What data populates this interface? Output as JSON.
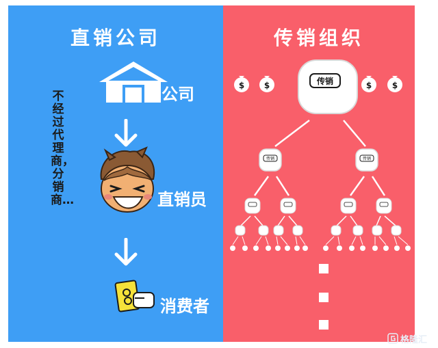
{
  "left_panel": {
    "title": "直销公司",
    "company_label": "公司",
    "seller_label": "直销员",
    "consumer_label": "消费者",
    "side_text": "不经过代理商，分销商…",
    "bg_color": "#3e9ef5"
  },
  "right_panel": {
    "title": "传销组织",
    "top_node_label": "传销",
    "node_label": "传销",
    "bg_color": "#f95f6a"
  },
  "watermark": {
    "text": "格隆汇"
  },
  "icons": [
    "house-icon",
    "down-arrow-icon",
    "seller-face-icon",
    "money-bag-icon",
    "hand-with-cash-icon",
    "node-bubble-icon"
  ]
}
